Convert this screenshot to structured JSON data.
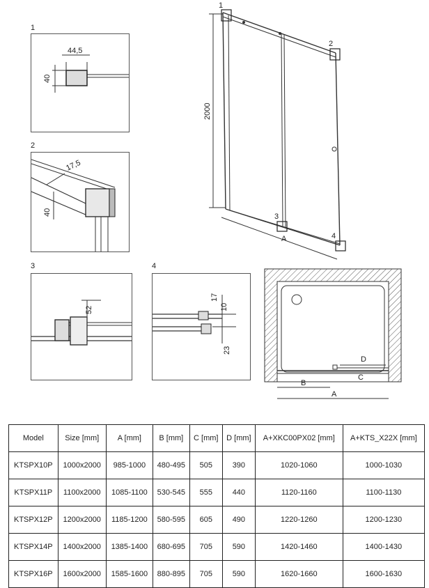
{
  "details": {
    "d1": {
      "label": "1",
      "dim_width": "44,5",
      "dim_height": "40"
    },
    "d2": {
      "label": "2",
      "dim_angle": "17,5",
      "dim_height": "40"
    },
    "d3": {
      "label": "3",
      "dim_height": "52"
    },
    "d4": {
      "label": "4",
      "dim_a": "17",
      "dim_b": "10",
      "dim_c": "23"
    }
  },
  "main_drawing": {
    "height_label": "2000",
    "width_label": "A",
    "callouts": [
      "1",
      "2",
      "3",
      "4"
    ]
  },
  "plan": {
    "label_a": "A",
    "label_b": "B",
    "label_c": "C",
    "label_d": "D"
  },
  "table": {
    "headers": [
      "Model",
      "Size [mm]",
      "A [mm]",
      "B [mm]",
      "C [mm]",
      "D [mm]",
      "A+XKC00PX02 [mm]",
      "A+KTS_X22X [mm]"
    ],
    "rows": [
      [
        "KTSPX10P",
        "1000x2000",
        "985-1000",
        "480-495",
        "505",
        "390",
        "1020-1060",
        "1000-1030"
      ],
      [
        "KTSPX11P",
        "1100x2000",
        "1085-1100",
        "530-545",
        "555",
        "440",
        "1120-1160",
        "1100-1130"
      ],
      [
        "KTSPX12P",
        "1200x2000",
        "1185-1200",
        "580-595",
        "605",
        "490",
        "1220-1260",
        "1200-1230"
      ],
      [
        "KTSPX14P",
        "1400x2000",
        "1385-1400",
        "680-695",
        "705",
        "590",
        "1420-1460",
        "1400-1430"
      ],
      [
        "KTSPX16P",
        "1600x2000",
        "1585-1600",
        "880-895",
        "705",
        "590",
        "1620-1660",
        "1600-1630"
      ]
    ]
  }
}
